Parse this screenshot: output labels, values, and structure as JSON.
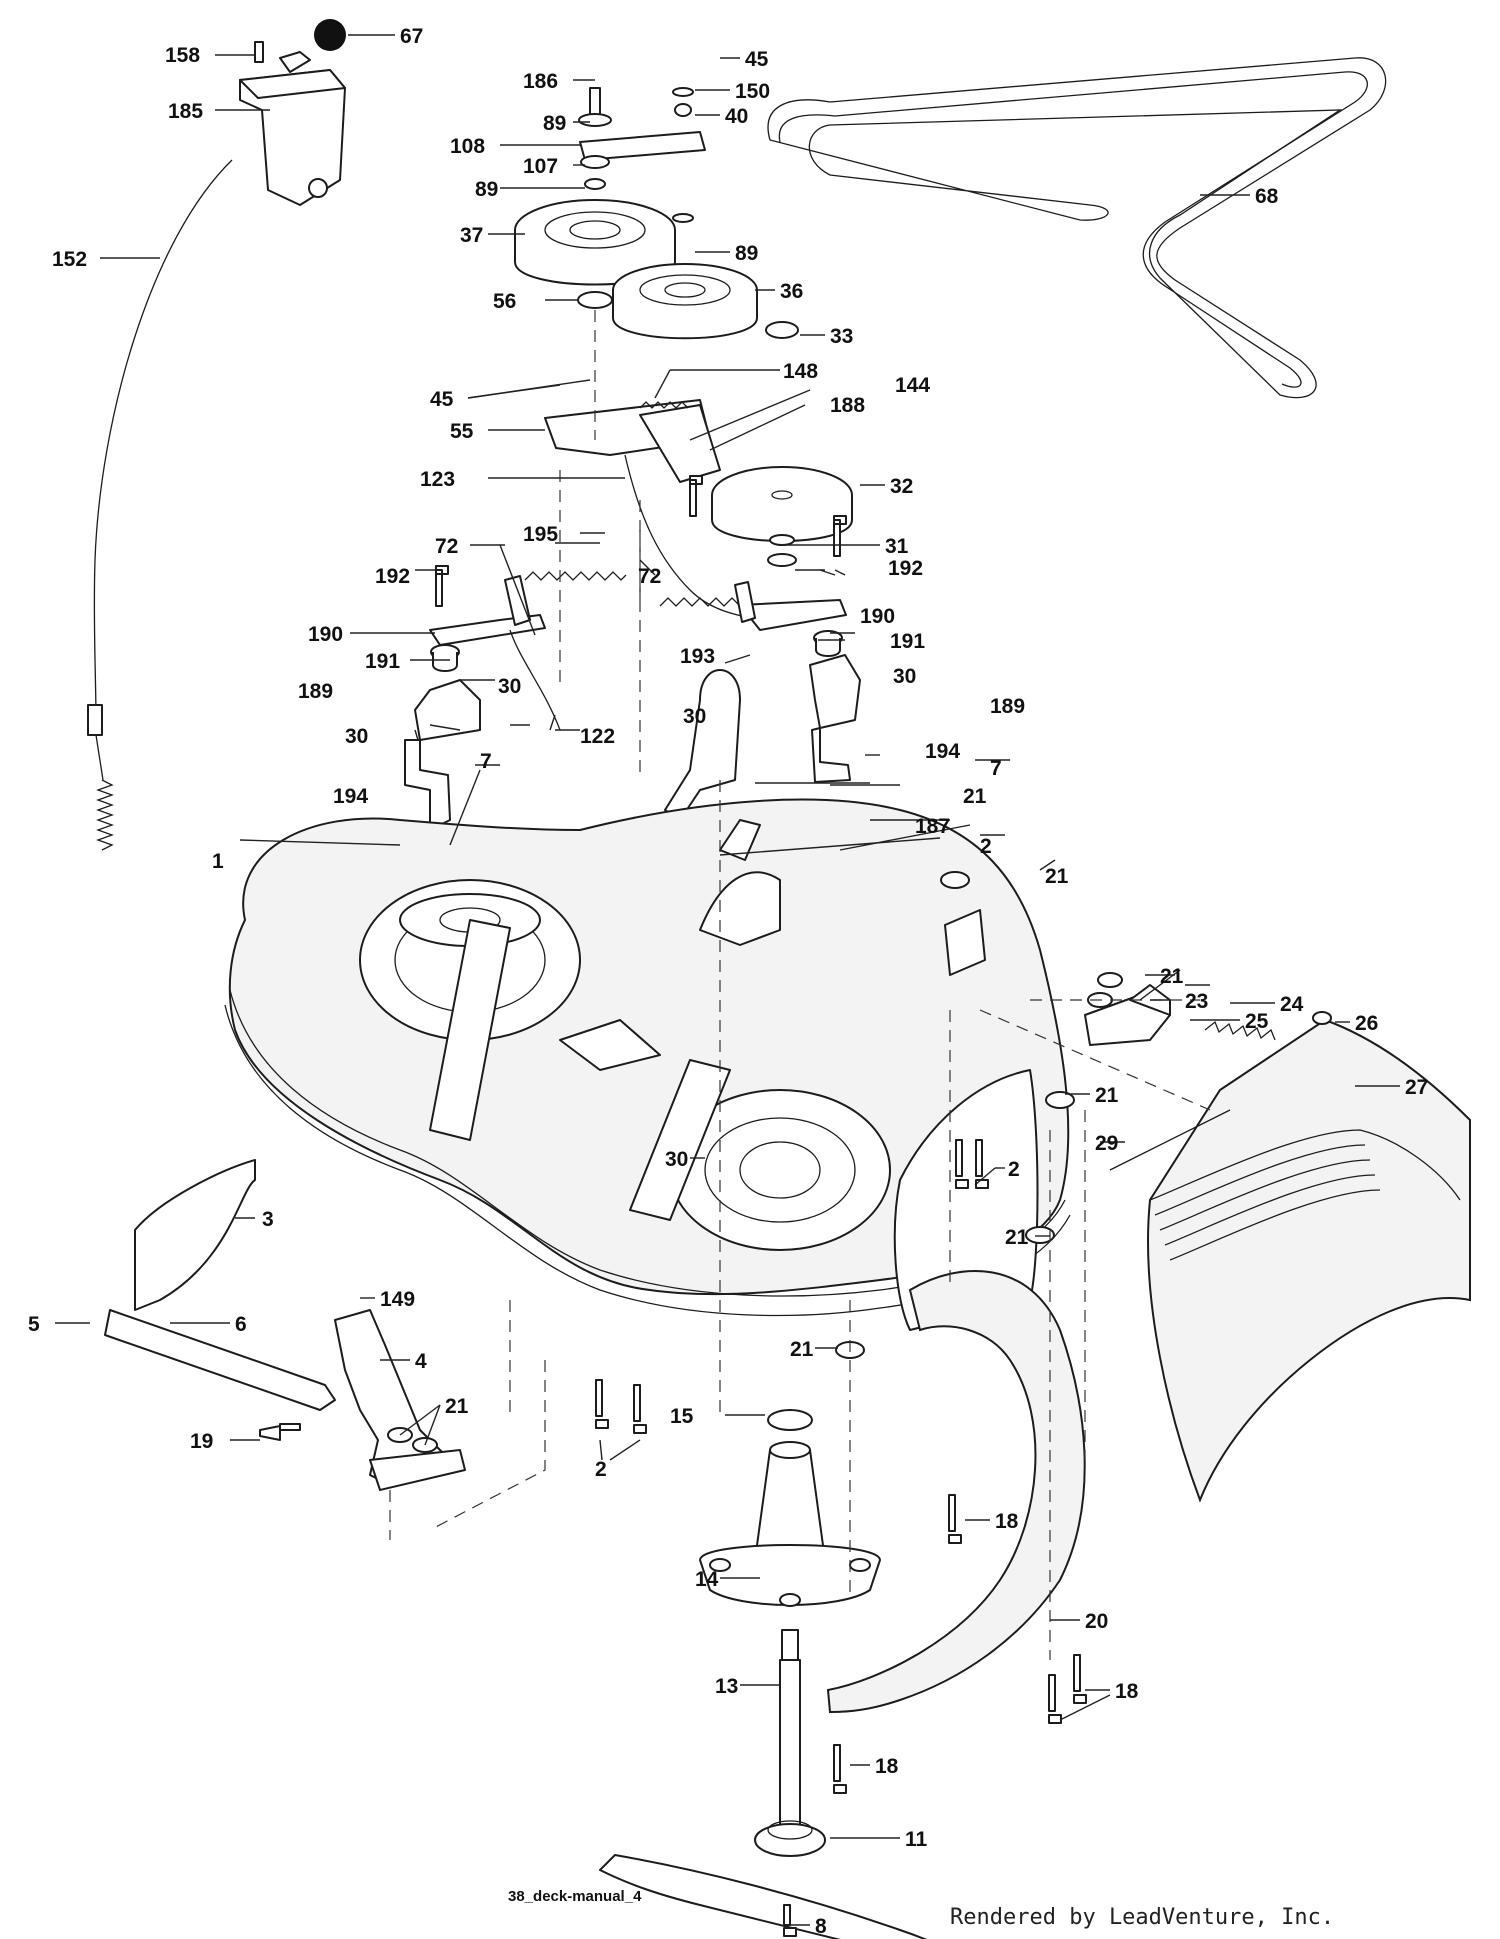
{
  "caption": "38_deck-manual_4",
  "credit": "Rendered by LeadVenture, Inc.",
  "callouts": [
    {
      "id": "c67",
      "text": "67"
    },
    {
      "id": "c158",
      "text": "158"
    },
    {
      "id": "c185",
      "text": "185"
    },
    {
      "id": "c152",
      "text": "152"
    },
    {
      "id": "c186",
      "text": "186"
    },
    {
      "id": "c89a",
      "text": "89"
    },
    {
      "id": "c108",
      "text": "108"
    },
    {
      "id": "c107",
      "text": "107"
    },
    {
      "id": "c89b",
      "text": "89"
    },
    {
      "id": "c37",
      "text": "37"
    },
    {
      "id": "c45a",
      "text": "45"
    },
    {
      "id": "c150",
      "text": "150"
    },
    {
      "id": "c40",
      "text": "40"
    },
    {
      "id": "c89c",
      "text": "89"
    },
    {
      "id": "c68",
      "text": "68"
    },
    {
      "id": "c36",
      "text": "36"
    },
    {
      "id": "c56",
      "text": "56"
    },
    {
      "id": "c148",
      "text": "148"
    },
    {
      "id": "c144",
      "text": "144"
    },
    {
      "id": "c188",
      "text": "188"
    },
    {
      "id": "c45b",
      "text": "45"
    },
    {
      "id": "c55",
      "text": "55"
    },
    {
      "id": "c33",
      "text": "33"
    },
    {
      "id": "c123",
      "text": "123"
    },
    {
      "id": "c32",
      "text": "32"
    },
    {
      "id": "c195",
      "text": "195"
    },
    {
      "id": "c31",
      "text": "31"
    },
    {
      "id": "c72a",
      "text": "72"
    },
    {
      "id": "c72b",
      "text": "72"
    },
    {
      "id": "c192a",
      "text": "192"
    },
    {
      "id": "c192b",
      "text": "192"
    },
    {
      "id": "c190a",
      "text": "190"
    },
    {
      "id": "c190b",
      "text": "190"
    },
    {
      "id": "c191a",
      "text": "191"
    },
    {
      "id": "c191b",
      "text": "191"
    },
    {
      "id": "c193",
      "text": "193"
    },
    {
      "id": "c189a",
      "text": "189"
    },
    {
      "id": "c30a",
      "text": "30"
    },
    {
      "id": "c30b",
      "text": "30"
    },
    {
      "id": "c30c",
      "text": "30"
    },
    {
      "id": "c30d",
      "text": "30"
    },
    {
      "id": "c122",
      "text": "122"
    },
    {
      "id": "c189b",
      "text": "189"
    },
    {
      "id": "c194a",
      "text": "194"
    },
    {
      "id": "c194b",
      "text": "194"
    },
    {
      "id": "c7a",
      "text": "7"
    },
    {
      "id": "c7b",
      "text": "7"
    },
    {
      "id": "c21a",
      "text": "21"
    },
    {
      "id": "c187",
      "text": "187"
    },
    {
      "id": "c1",
      "text": "1"
    },
    {
      "id": "c2a",
      "text": "2"
    },
    {
      "id": "c21b",
      "text": "21"
    },
    {
      "id": "c21c",
      "text": "21"
    },
    {
      "id": "c23",
      "text": "23"
    },
    {
      "id": "c24",
      "text": "24"
    },
    {
      "id": "c25",
      "text": "25"
    },
    {
      "id": "c26",
      "text": "26"
    },
    {
      "id": "c27",
      "text": "27"
    },
    {
      "id": "c21d",
      "text": "21"
    },
    {
      "id": "c29",
      "text": "29"
    },
    {
      "id": "c30e",
      "text": "30"
    },
    {
      "id": "c2b",
      "text": "2"
    },
    {
      "id": "c21e",
      "text": "21"
    },
    {
      "id": "c3",
      "text": "3"
    },
    {
      "id": "c149",
      "text": "149"
    },
    {
      "id": "c5",
      "text": "5"
    },
    {
      "id": "c6",
      "text": "6"
    },
    {
      "id": "c4",
      "text": "4"
    },
    {
      "id": "c21f",
      "text": "21"
    },
    {
      "id": "c19",
      "text": "19"
    },
    {
      "id": "c21g",
      "text": "21"
    },
    {
      "id": "c15",
      "text": "15"
    },
    {
      "id": "c2c",
      "text": "2"
    },
    {
      "id": "c18a",
      "text": "18"
    },
    {
      "id": "c14",
      "text": "14"
    },
    {
      "id": "c20",
      "text": "20"
    },
    {
      "id": "c13",
      "text": "13"
    },
    {
      "id": "c18b",
      "text": "18"
    },
    {
      "id": "c18c",
      "text": "18"
    },
    {
      "id": "c11",
      "text": "11"
    },
    {
      "id": "c8",
      "text": "8"
    }
  ]
}
